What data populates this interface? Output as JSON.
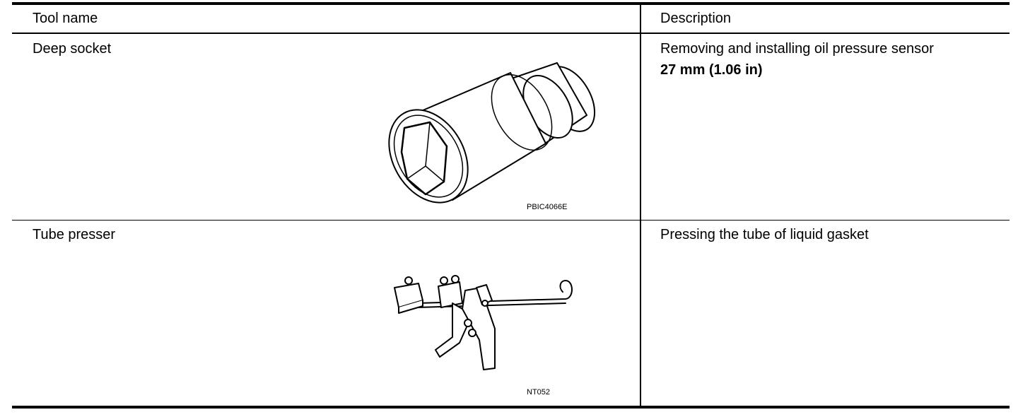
{
  "table": {
    "headers": {
      "tool_name": "Tool name",
      "description": "Description"
    },
    "rows": [
      {
        "tool_name": "Deep socket",
        "description": "Removing and installing oil pressure sensor",
        "spec": "27 mm (1.06 in)",
        "figure_code": "PBIC4066E",
        "figure_icon": "deep-socket-illustration"
      },
      {
        "tool_name": "Tube presser",
        "description": "Pressing the tube of liquid gasket",
        "figure_code": "NT052",
        "figure_icon": "tube-presser-illustration"
      }
    ]
  }
}
